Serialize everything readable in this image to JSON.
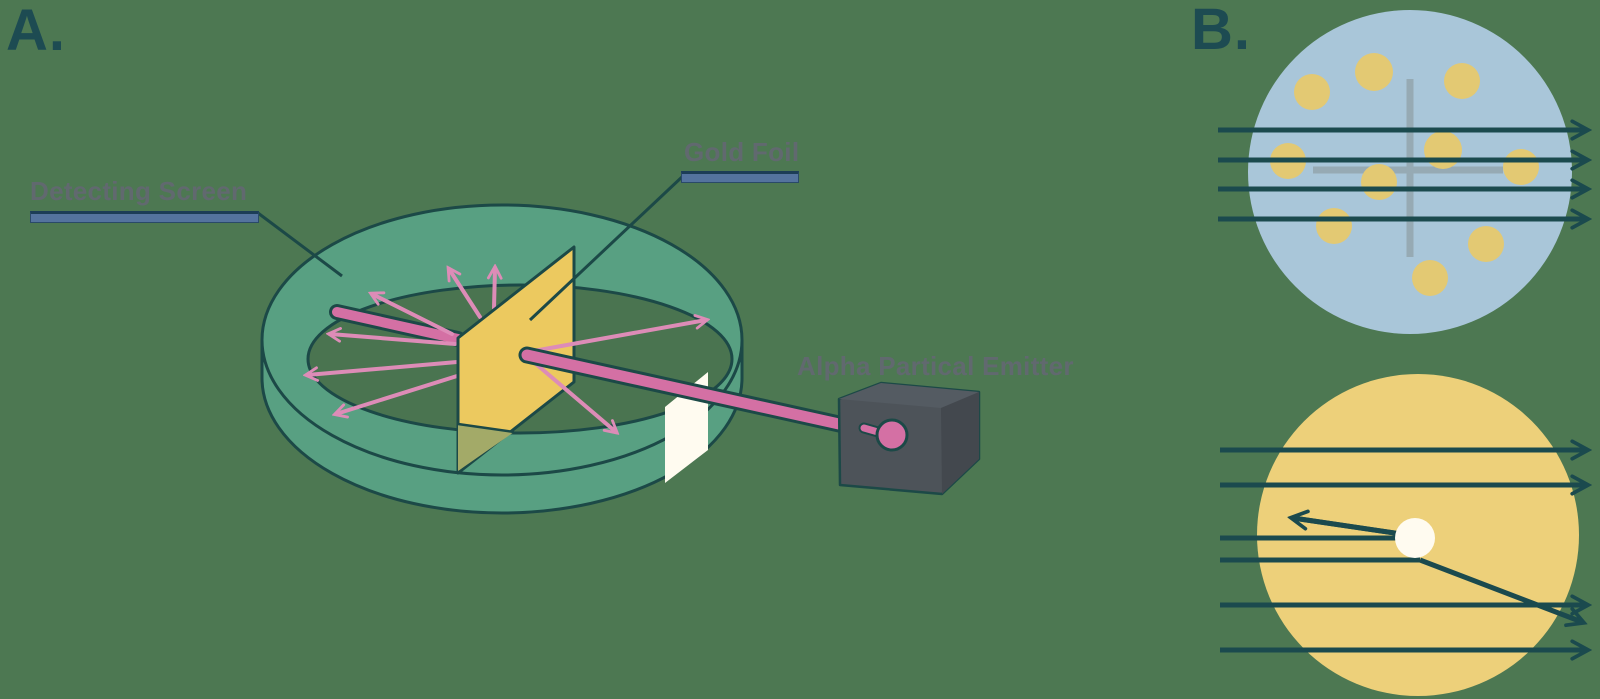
{
  "panels": {
    "a": {
      "letter": "A.",
      "labels": {
        "detecting_screen": "Detecting Screen",
        "gold_foil": "Gold Foil",
        "alpha_emitter": "Alpha Partical Emitter"
      }
    },
    "b": {
      "letter": "B."
    }
  },
  "colors": {
    "bg": "#4d7852",
    "ring": "#58a082",
    "floor": "#4a7450",
    "ink": "#1c4947",
    "ink2": "#1b4a4e",
    "foil": "#ecc95f",
    "foilT": "#a3aa68",
    "beam": "#d470a4",
    "ray": "#dd8cb7",
    "box": "#4d5359",
    "boxTop": "#545b62",
    "boxSide": "#43484e",
    "slit": "#fffbf0",
    "label": "#61696f",
    "letter": "#1d4b52",
    "bar": "#54739e",
    "barEdge": "#1c3d57",
    "blue": "#a9c6d9",
    "cross": "#94a7b1",
    "dot": "#e3c973",
    "atom": "#edd07a",
    "nucleus": "#fffbf0"
  }
}
